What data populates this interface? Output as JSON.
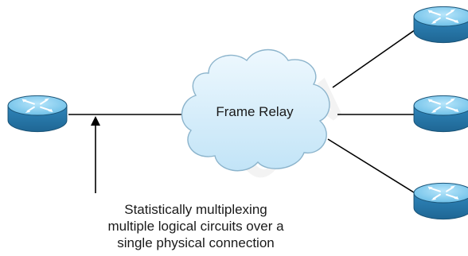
{
  "cloud": {
    "label": "Frame Relay"
  },
  "caption": {
    "lines": [
      "Statistically multiplexing",
      "multiple logical circuits over a",
      "single physical connection"
    ]
  },
  "watermark": {
    "text": "etw"
  },
  "icons": {
    "router_left": "router-icon",
    "router_top_right": "router-icon",
    "router_mid_right": "router-icon",
    "router_bottom_right": "router-icon",
    "cloud": "cloud-icon"
  },
  "colors": {
    "router_body": "#3f9bcf",
    "router_top": "#8fd0f0",
    "router_edge": "#1e5f86",
    "cloud_fill": "#d6eefb",
    "cloud_stroke": "#8cb4cc",
    "line": "#000000"
  }
}
